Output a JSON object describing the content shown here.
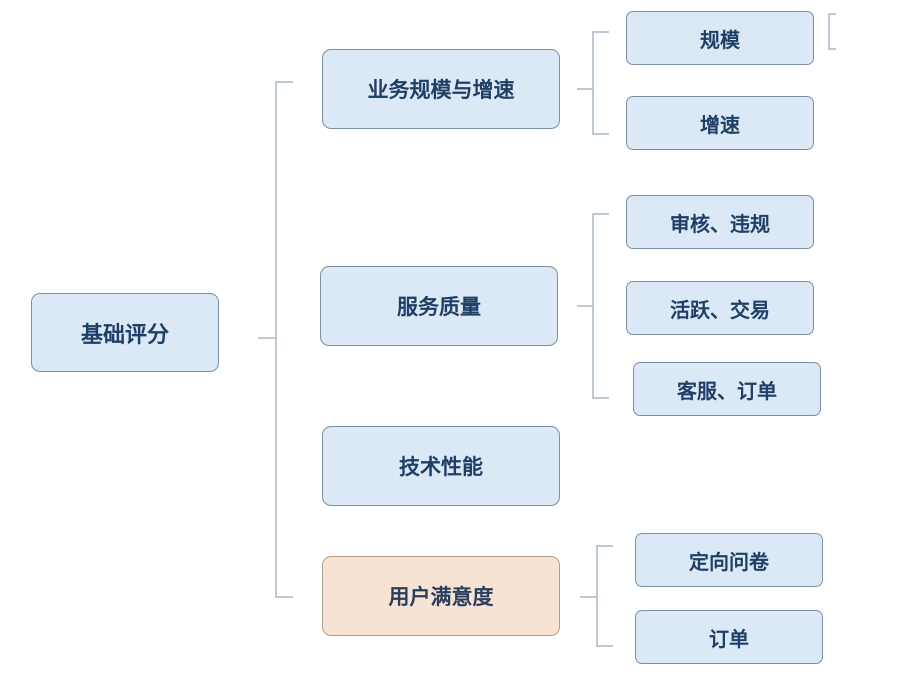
{
  "root": {
    "label": "基础评分"
  },
  "categories": [
    {
      "label": "业务规模与增速",
      "children": [
        "规模",
        "增速"
      ]
    },
    {
      "label": "服务质量",
      "children": [
        "审核、违规",
        "活跃、交易",
        "客服、订单"
      ]
    },
    {
      "label": "技术性能",
      "children": []
    },
    {
      "label": "用户满意度",
      "highlight": true,
      "children": [
        "定向问卷",
        "订单"
      ]
    }
  ],
  "colors": {
    "node_fill": "#dbe8f5",
    "node_border": "#7d8fa6",
    "node_text": "#1f3f66",
    "highlight_fill": "#f7e3d3",
    "connector": "#a9b7c8"
  }
}
